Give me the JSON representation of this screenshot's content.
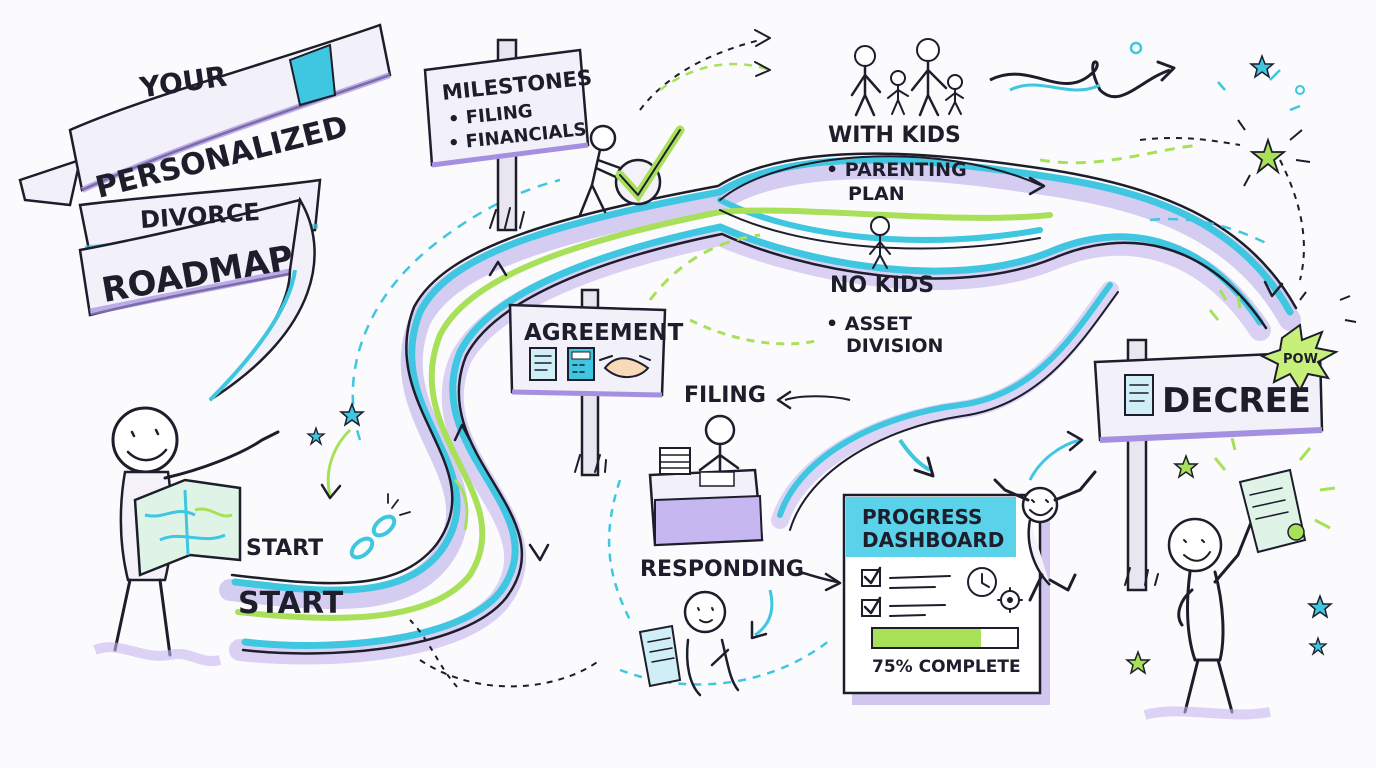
{
  "banner": {
    "line1": "YOUR",
    "line2": "PERSONALIZED",
    "line3": "DIVORCE",
    "line4": "ROADMAP"
  },
  "signs": {
    "milestones": {
      "title": "MILESTONES",
      "item1": "• FILING",
      "item2": "• FINANCIALS"
    },
    "agreement": {
      "title": "AGREEMENT"
    },
    "decree": {
      "title": "DECREE",
      "burst": "POW"
    }
  },
  "path_labels": {
    "with_kids": "WITH KIDS",
    "with_kids_item1": "• PARENTING",
    "with_kids_item2": "PLAN",
    "no_kids": "NO KIDS",
    "no_kids_item1": "• ASSET",
    "no_kids_item2": "DIVISION",
    "filing": "FILING",
    "responding": "RESPONDING",
    "start_upper": "START",
    "start_lower": "START"
  },
  "dashboard": {
    "title_line1": "PROGRESS",
    "title_line2": "DASHBOARD",
    "progress_fraction": 0.75,
    "progress_label": "75% COMPLETE"
  },
  "colors": {
    "cyan": "#3fc6e0",
    "purple": "#a48fe0",
    "lime": "#a8e05a",
    "ink": "#1d1d2b",
    "sign_fill": "#f2f0f8"
  }
}
